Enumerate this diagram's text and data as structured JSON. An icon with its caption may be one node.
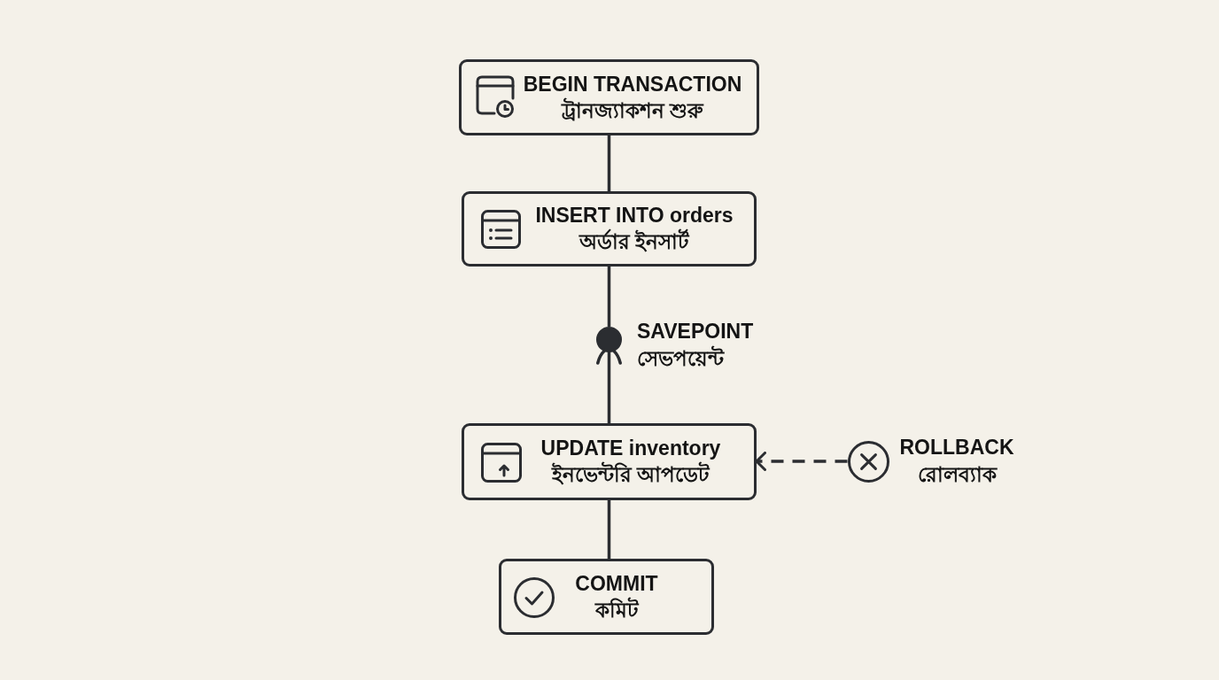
{
  "diagram": {
    "nodes": [
      {
        "text": [
          "BEGIN TRANSACTION",
          "ট্রানজ্যাকশন শুরু"
        ]
      },
      {
        "text": [
          "INSERT INTO orders",
          "অর্ডার ইনসার্ট"
        ]
      },
      {
        "text": [],
        "shape": "circle",
        "beside": [
          "SAVEPOINT",
          "সেভপয়েন্ট"
        ]
      },
      {
        "text": [
          "UPDATE inventory",
          "ইনভেন্টরি আপডেট"
        ]
      },
      {
        "text": [],
        "shape": "circle",
        "beside": [
          "ROLLBACK",
          "রোলব্যাক"
        ]
      },
      {
        "text": [
          "COMMIT",
          "কমিট"
        ]
      }
    ],
    "edges": [
      {
        "from": 0,
        "to": 1,
        "arrow": "none"
      },
      {
        "from": 1,
        "to": 2,
        "arrow": "none"
      },
      {
        "from": 2,
        "to": 3,
        "arrow": "none"
      },
      {
        "from": 4,
        "to": 3,
        "arrow": "to",
        "style": "dashed"
      },
      {
        "from": 3,
        "to": 5,
        "arrow": "none"
      }
    ]
  }
}
